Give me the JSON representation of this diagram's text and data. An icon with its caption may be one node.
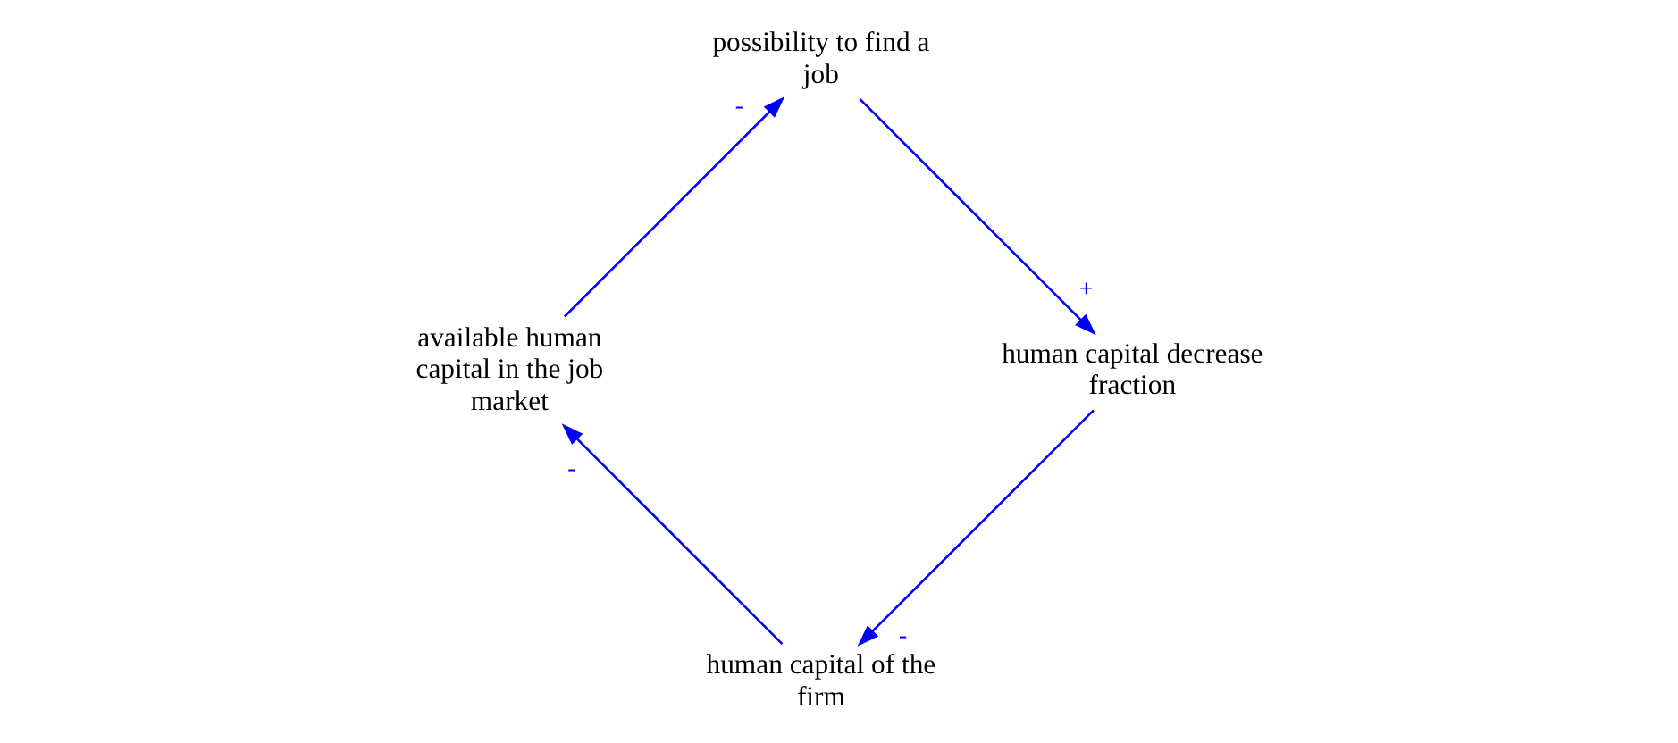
{
  "diagram": {
    "nodes": [
      {
        "text": [
          "human capital of the firm"
        ]
      },
      {
        "text": [
          "available human capital in the job market"
        ]
      },
      {
        "text": [
          "possibility to find a job"
        ]
      },
      {
        "text": [
          "human capital decrease fraction"
        ]
      }
    ],
    "edges": [
      {
        "from": 0,
        "to": 1,
        "arrow": "to",
        "label": "-"
      },
      {
        "from": 1,
        "to": 2,
        "arrow": "to",
        "label": "-"
      },
      {
        "from": 2,
        "to": 3,
        "arrow": "to",
        "label": "+"
      },
      {
        "from": 3,
        "to": 0,
        "arrow": "to",
        "label": "-"
      }
    ]
  }
}
